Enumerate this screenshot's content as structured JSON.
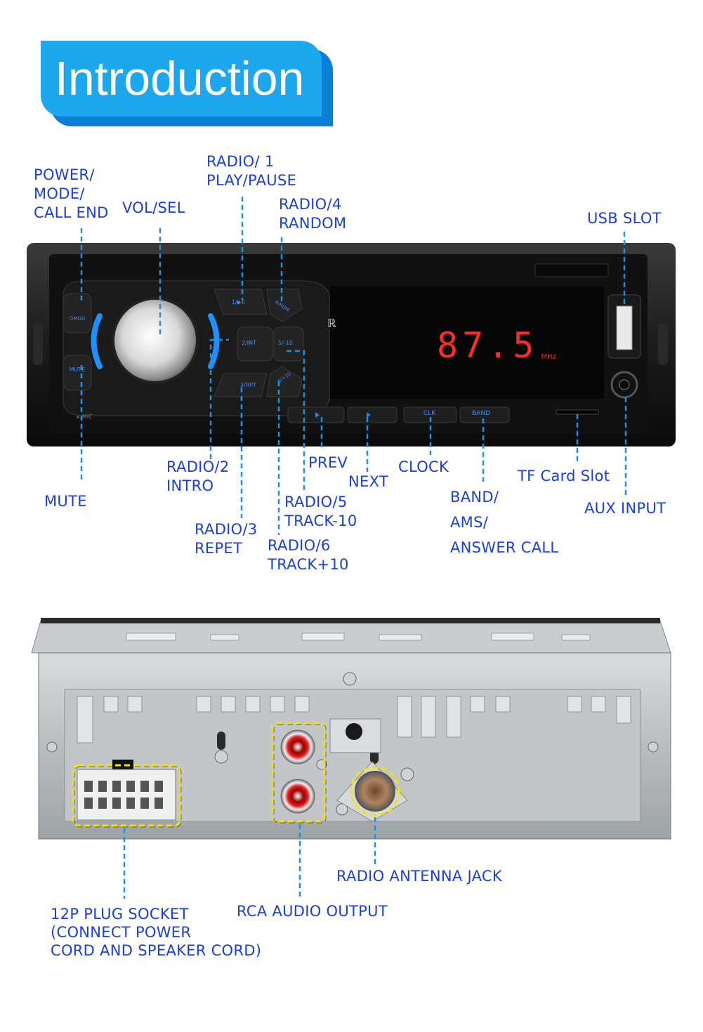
{
  "header": {
    "title": "Introduction"
  },
  "front_panel": {
    "display_value": "87.5",
    "display_unit": "MHz",
    "button_glyphs": {
      "power": "⏻MOD",
      "mute": "MUTE",
      "r1": "1/▶II",
      "r4": "4/RDM",
      "r2": "2/INT",
      "r5": "5/-10",
      "r3": "3/RPT",
      "r6": "6/+10",
      "clk": "CLK",
      "band": "BAND",
      "mic": "MIC"
    },
    "labels": {
      "power": [
        "POWER/",
        "MODE/",
        "CALL END"
      ],
      "vol": [
        "VOL/SEL"
      ],
      "radio1": [
        "RADIO/ 1",
        "PLAY/PAUSE"
      ],
      "radio4": [
        "RADIO/4",
        "RANDOM"
      ],
      "usb": [
        "USB SLOT"
      ],
      "radio2": [
        "RADIO/2",
        "INTRO"
      ],
      "prev": [
        "PREV"
      ],
      "next": [
        "NEXT"
      ],
      "clock": [
        "CLOCK"
      ],
      "tf": [
        "TF Card Slot"
      ],
      "mute": [
        "MUTE"
      ],
      "radio5": [
        "RADIO/5",
        "TRACK-10"
      ],
      "band": [
        "BAND/",
        "AMS/",
        "ANSWER CALL"
      ],
      "aux": [
        "AUX INPUT"
      ],
      "radio3": [
        "RADIO/3",
        "REPET"
      ],
      "radio6": [
        "RADIO/6",
        "TRACK+10"
      ]
    }
  },
  "rear_panel": {
    "labels": {
      "antenna": [
        "RADIO ANTENNA JACK"
      ],
      "plug": [
        "12P PLUG SOCKET",
        "(CONNECT POWER",
        "CORD AND SPEAKER CORD)"
      ],
      "rca": [
        "RCA AUDIO OUTPUT"
      ]
    }
  },
  "colors": {
    "label_text": "#1a3fd6",
    "leader_line": "#1f8fe0",
    "banner": "#1da7ee",
    "display_red": "#ff2a2a",
    "knob_glow": "#1e90ff",
    "highlight": "#f5e400"
  }
}
